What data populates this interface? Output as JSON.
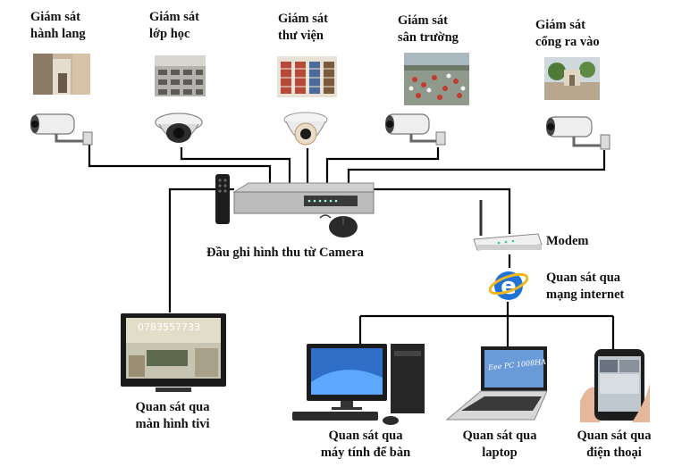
{
  "monitoring": [
    {
      "line1": "Giám sát",
      "line2": "hành lang"
    },
    {
      "line1": "Giám sát",
      "line2": "lớp học"
    },
    {
      "line1": "Giám sát",
      "line2": "thư viện"
    },
    {
      "line1": "Giám sát",
      "line2": "sân trường"
    },
    {
      "line1": "Giám sát",
      "line2": "cổng ra vào"
    }
  ],
  "recorder_label": "Đầu ghi hình thu từ Camera",
  "modem_label": "Modem",
  "internet": {
    "line1": "Quan sát qua",
    "line2": "mạng internet"
  },
  "tv": {
    "line1": "Quan sát qua",
    "line2": "màn hình tivi",
    "screen_text": "0783557733"
  },
  "desktop": {
    "line1": "Quan sát qua",
    "line2": "máy tính để bàn"
  },
  "laptop": {
    "line1": "Quan sát qua",
    "line2": "laptop",
    "screen_text": "Eee PC 1008HA"
  },
  "phone": {
    "line1": "Quan sát qua",
    "line2": "điện thoại"
  },
  "colors": {
    "wire": "#000000",
    "camera_body": "#eeeeee",
    "device_dark": "#2a2a2a",
    "ie_blue": "#1f73d6",
    "ie_ring": "#f2b51c"
  }
}
